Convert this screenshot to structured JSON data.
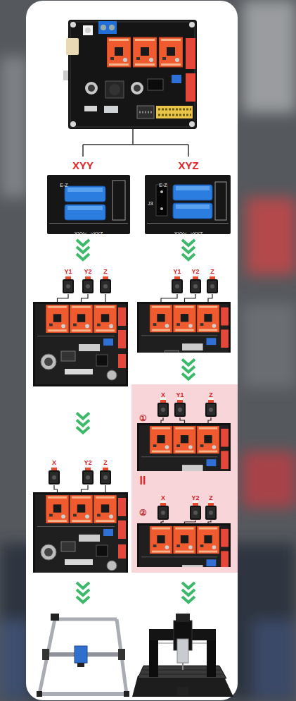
{
  "diagram": {
    "nodes": [
      {
        "text": [
          "XYY"
        ]
      },
      {
        "text": [
          "XYZ"
        ]
      },
      {
        "text": [
          "Y1",
          "Y2",
          "Z"
        ]
      },
      {
        "text": [
          "Y1",
          "Y2",
          "Z"
        ]
      },
      {
        "text": [
          "II"
        ]
      },
      {
        "text": [
          "①",
          "X",
          "Y1",
          "Z"
        ],
        "in": 4
      },
      {
        "text": [
          "②",
          "X",
          "Y2",
          "Z"
        ],
        "in": 4
      },
      {
        "text": [
          "X",
          "Y2",
          "Z"
        ]
      }
    ],
    "edges": [
      {
        "from": 0,
        "to": 2,
        "arrow": "to"
      },
      {
        "from": 1,
        "to": 3,
        "arrow": "to"
      },
      {
        "from": 3,
        "to": 4,
        "arrow": "to"
      },
      {
        "from": 2,
        "to": 7,
        "arrow": "to"
      }
    ],
    "labels": [
      "E-Z",
      "XYY<-->XYZ",
      "E-Z",
      "J3",
      "XYY<-->XYZ"
    ]
  }
}
